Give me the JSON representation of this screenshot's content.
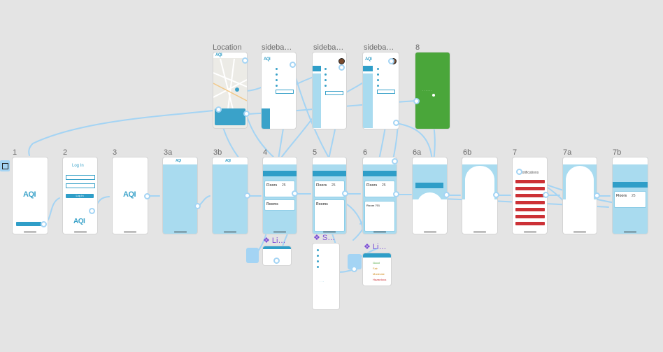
{
  "frame_labels": {
    "location": "Location",
    "sidebar_a": "sideba…",
    "sidebar_b": "sideba…",
    "sidebar_c": "sideba…",
    "f8": "8",
    "f1": "1",
    "f2": "2",
    "f3": "3",
    "f3a": "3a",
    "f3b": "3b",
    "f4": "4",
    "f5": "5",
    "f6": "6",
    "f6a": "6a",
    "f6b": "6b",
    "f7": "7",
    "f7a": "7a",
    "f7b": "7b"
  },
  "components": {
    "c1": "Li…",
    "c2": "S…",
    "c3": "Li…"
  },
  "login": {
    "title": "Log In",
    "button": "Log In",
    "brand": "AQI"
  },
  "brand": "AQI",
  "floors": {
    "title": "Floors",
    "count": "25"
  },
  "rooms": {
    "title": "Rooms"
  },
  "room_detail": {
    "title": "Room 701"
  },
  "notifications": {
    "title": "Notifications"
  },
  "legend_list": [
    "Good",
    "Fair",
    "Moderate",
    "Hazardous"
  ],
  "colors": {
    "canvas": "#e4e4e4",
    "accent": "#2f9ec8",
    "connector": "#a4d4f4",
    "alert": "#cc3136",
    "success": "#4aa63a",
    "component": "#7b4bd6"
  }
}
